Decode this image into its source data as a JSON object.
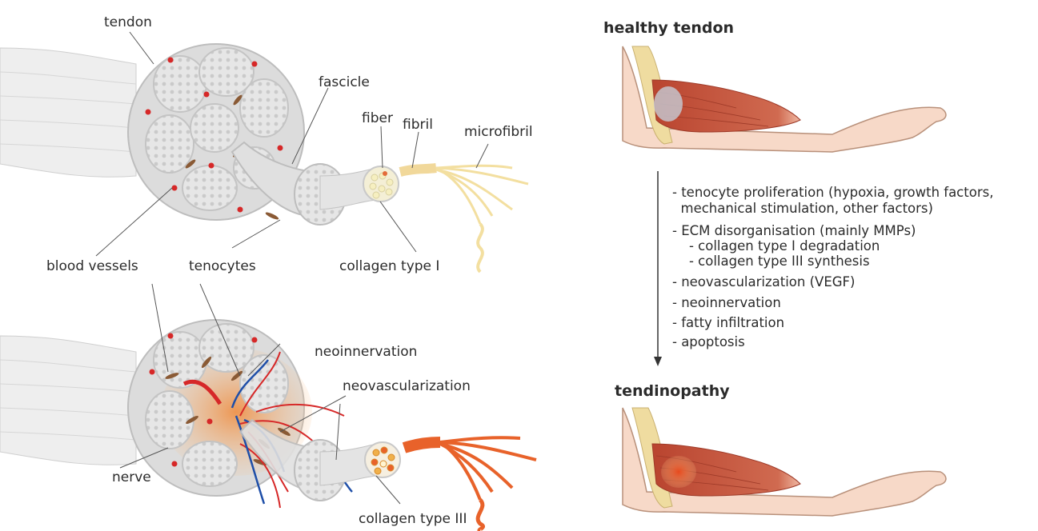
{
  "left_panel": {
    "top_labels": {
      "tendon": "tendon",
      "fascicle": "fascicle",
      "fiber": "fiber",
      "fibril": "fibril",
      "microfibril": "microfibril",
      "blood_vessels": "blood vessels",
      "tenocytes": "tenocytes",
      "collagen_type_1": "collagen type I"
    },
    "bottom_labels": {
      "neoinnervation": "neoinnervation",
      "neovascularization": "neovascularization",
      "nerve": "nerve",
      "collagen_type_3": "collagen type III"
    }
  },
  "right_panel": {
    "healthy_title": "healthy tendon",
    "tendinopathy_title": "tendinopathy",
    "changes": [
      "- tenocyte proliferation (hypoxia, growth factors,",
      "  mechanical stimulation, other factors)",
      "- ECM disorganisation (mainly MMPs)",
      "    - collagen type I degradation",
      "    - collagen type III synthesis",
      "- neovascularization (VEGF)",
      "- neoinnervation",
      "- fatty infiltration",
      "- apoptosis"
    ]
  },
  "colors": {
    "tendon_gray": "#d9d9d9",
    "fascicle_fill": "#e8e8e8",
    "blood_red": "#d62828",
    "nerve_blue": "#1f4fa8",
    "tenocyte_brown": "#8a5a35",
    "collagen1_yellow": "#f3dfa0",
    "collagen3_orange": "#e8622a",
    "inflammation_orange": "#f2a65a",
    "muscle_red": "#c9553e",
    "skin": "#f7d9c8",
    "bone": "#efdca0",
    "arrow": "#333333"
  }
}
